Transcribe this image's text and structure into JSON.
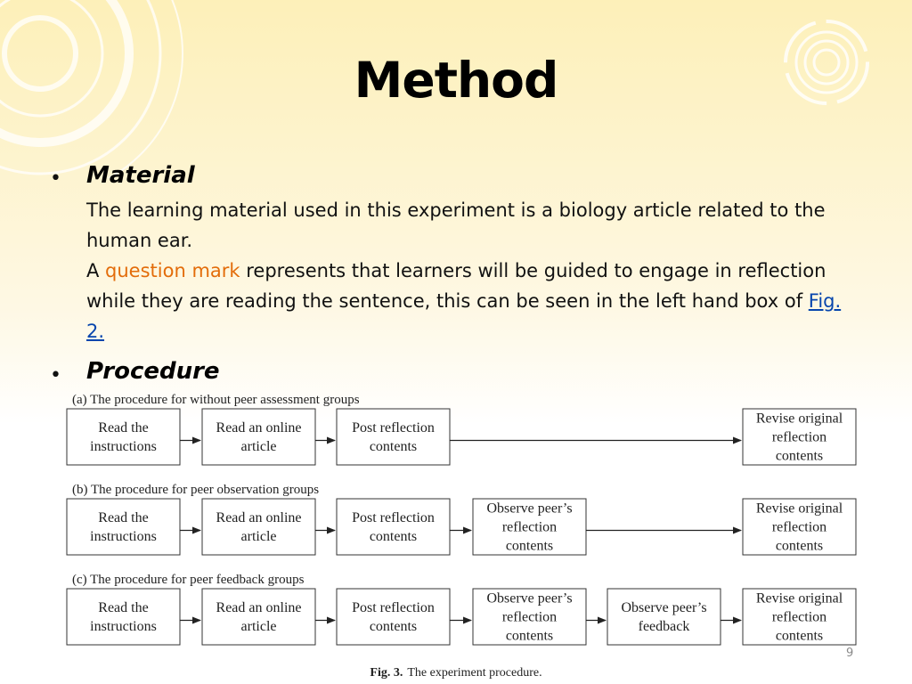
{
  "slide": {
    "title": "Method",
    "page_number": "9"
  },
  "material": {
    "heading": "Material",
    "para1": "The learning material used in this experiment is a biology article related to the human ear.",
    "para2_prefix": "A ",
    "para2_highlight": "question mark",
    "para2_middle": " represents that learners will be guided to engage in reflection while they are reading the sentence, this can be seen in the left hand box of ",
    "para2_link": "Fig. 2."
  },
  "procedure": {
    "heading": "Procedure"
  },
  "figure": {
    "caption_label": "Fig. 3.",
    "caption_text": "The experiment procedure.",
    "rows": [
      {
        "label": "(a) The procedure for without peer assessment groups",
        "steps": [
          [
            "Read the",
            "instructions"
          ],
          [
            "Read an online",
            "article"
          ],
          [
            "Post reflection",
            "contents"
          ],
          [
            "Revise original",
            "reflection",
            "contents"
          ]
        ]
      },
      {
        "label": "(b) The procedure for peer observation groups",
        "steps": [
          [
            "Read the",
            "instructions"
          ],
          [
            "Read an online",
            "article"
          ],
          [
            "Post reflection",
            "contents"
          ],
          [
            "Observe peer’s",
            "reflection",
            "contents"
          ],
          [
            "Revise original",
            "reflection",
            "contents"
          ]
        ]
      },
      {
        "label": "(c) The procedure for peer feedback groups",
        "steps": [
          [
            "Read the",
            "instructions"
          ],
          [
            "Read an online",
            "article"
          ],
          [
            "Post reflection",
            "contents"
          ],
          [
            "Observe peer’s",
            "reflection",
            "contents"
          ],
          [
            "Observe peer’s",
            "feedback"
          ],
          [
            "Revise original",
            "reflection",
            "contents"
          ]
        ]
      }
    ]
  }
}
